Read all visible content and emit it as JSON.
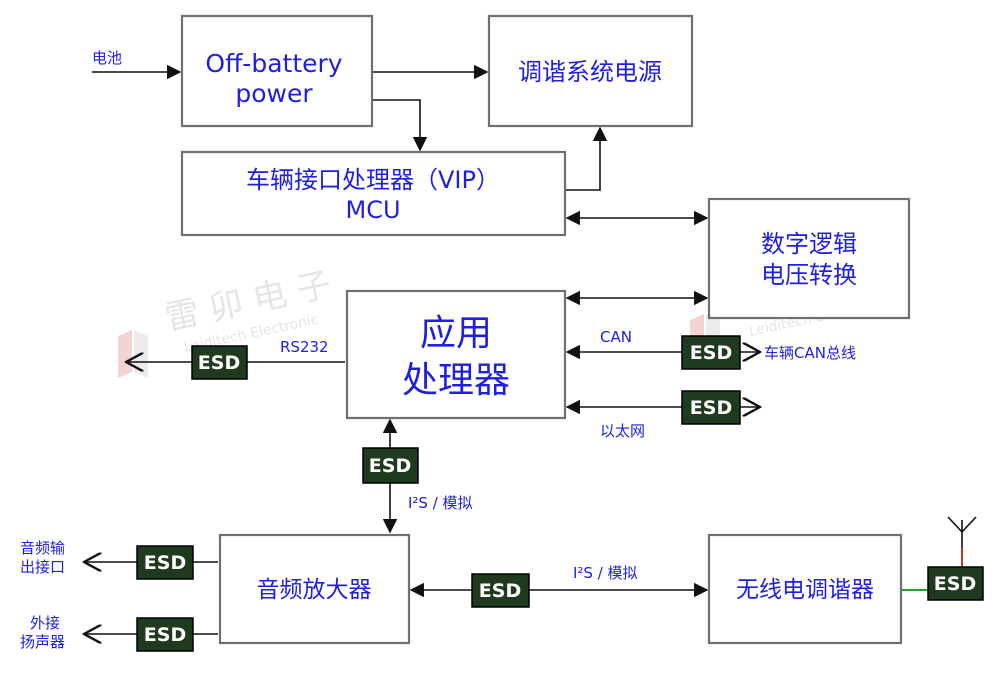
{
  "boxes": {
    "off_battery": [
      "Off-battery",
      "power"
    ],
    "tuner_supply": "调谐系统电源",
    "vip_mcu": [
      "车辆接口处理器（VIP）",
      "MCU"
    ],
    "level_shift": [
      "数字逻辑",
      "电压转换"
    ],
    "app_processor": [
      "应用",
      "处理器"
    ],
    "audio_amp": "音频放大器",
    "radio_tuner": "无线电调谐器"
  },
  "esd_label": "ESD",
  "labels": {
    "battery": "电池",
    "rs232": "RS232",
    "can": "CAN",
    "vehicle_can_bus": "车辆CAN总线",
    "ethernet": "以太网",
    "i2s_analog": "I²S / 模拟",
    "audio_out": [
      "音频输",
      "出接口"
    ],
    "ext_speaker": [
      "外接",
      "扬声器"
    ]
  },
  "watermark": {
    "cn": "雷 卯 电 子",
    "en": "Leiditech Electronic"
  },
  "colors": {
    "text_blue": "#1f1fe0",
    "esd_fill": "#1f3a1f",
    "box_border": "#707070"
  }
}
